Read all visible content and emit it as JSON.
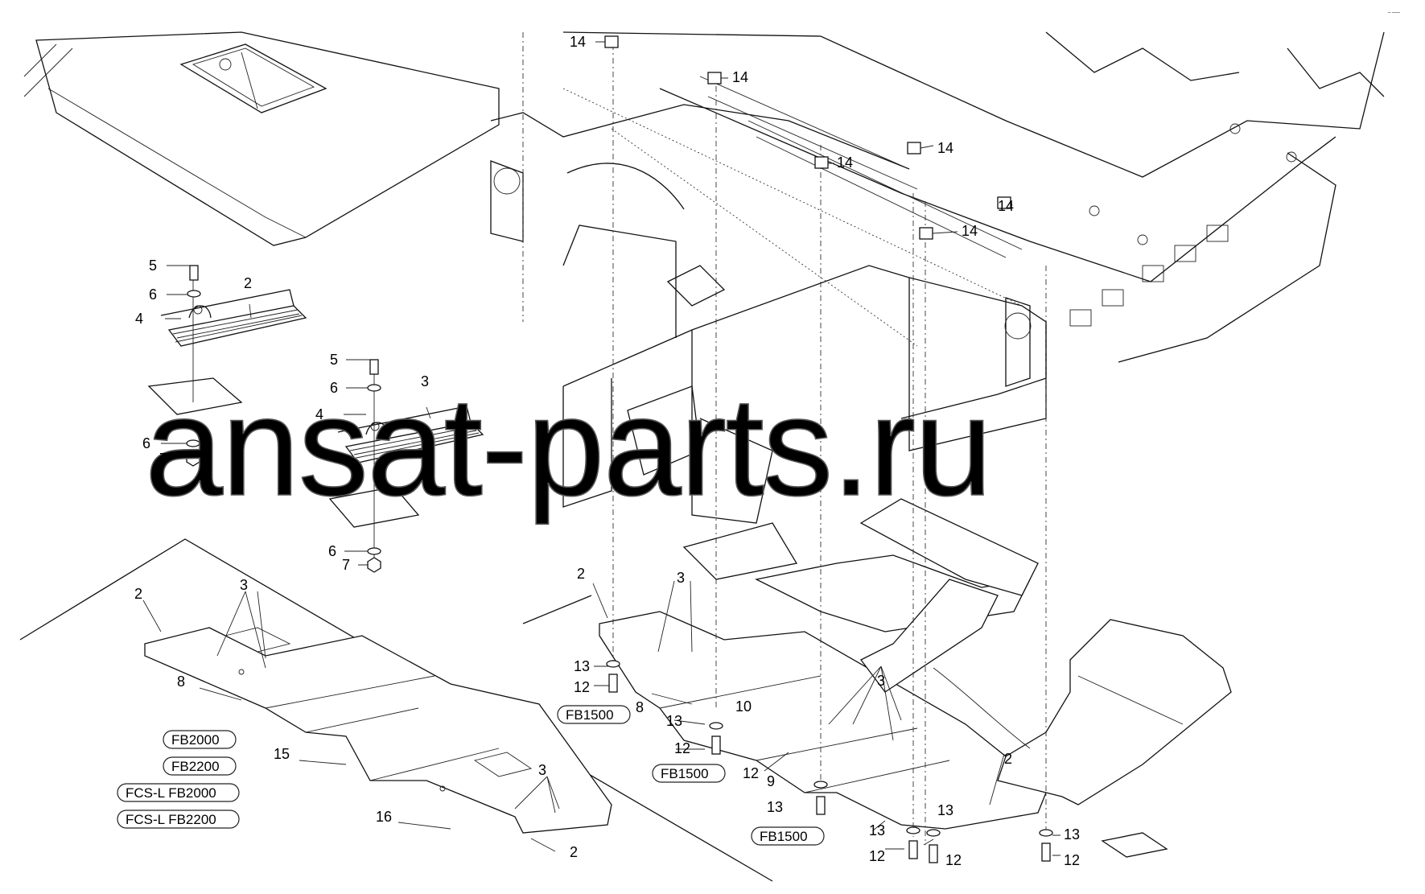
{
  "watermark": "ansat-parts.ru",
  "corner_mark": "_ ___",
  "badges": [
    "FB1500",
    "FB1500",
    "FB1500",
    "FB2000",
    "FB2200",
    "FCS-L FB2000",
    "FCS-L FB2200"
  ],
  "callouts": [
    "14",
    "14",
    "14",
    "14",
    "14",
    "14",
    "14",
    "5",
    "6",
    "4",
    "2",
    "5",
    "6",
    "3",
    "4",
    "6",
    "7",
    "6",
    "7",
    "2",
    "3",
    "8",
    "15",
    "16",
    "3",
    "2",
    "2",
    "3",
    "13",
    "12",
    "8",
    "13",
    "12",
    "9",
    "13",
    "12",
    "10",
    "3",
    "13",
    "12",
    "13",
    "12",
    "2",
    "13",
    "12"
  ]
}
